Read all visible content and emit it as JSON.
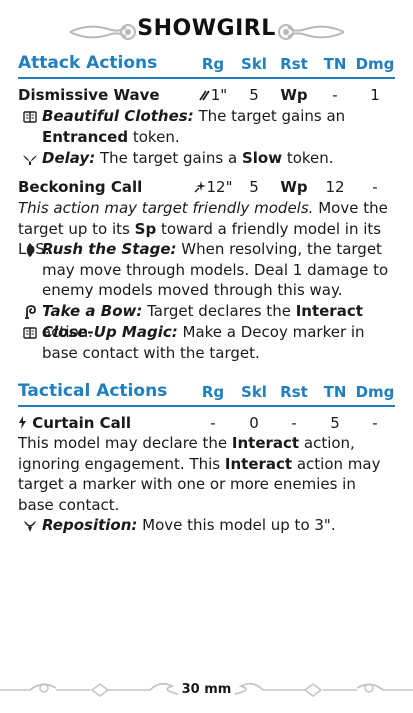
{
  "title": "SHOWGIRL",
  "attack": {
    "heading": "Attack Actions",
    "cols": {
      "rg": "Rg",
      "skl": "Skl",
      "rst": "Rst",
      "tn": "TN",
      "dmg": "Dmg"
    },
    "action1": {
      "name": "Dismissive Wave",
      "rg": "1\"",
      "skl": "5",
      "rst": "Wp",
      "tn": "-",
      "dmg": "1",
      "triggers": [
        {
          "icon": "mask-icon",
          "name": "Beautiful Clothes:",
          "t1": " The target gains an ",
          "b1": "Entranced",
          "t2": " token."
        },
        {
          "icon": "crow-icon",
          "name": "Delay:",
          "t1": " The target gains a ",
          "b1": "Slow",
          "t2": " token."
        }
      ]
    },
    "action2": {
      "name": "Beckoning Call",
      "rg": "12\"",
      "skl": "5",
      "rst": "Wp",
      "tn": "12",
      "dmg": "-",
      "desc_italic": "This action may target friendly models.",
      "desc1": " Move the target up to its ",
      "desc_b": "Sp",
      "desc2": " toward a friendly model in its LoS.",
      "triggers": [
        {
          "icon": "ram-icon",
          "name": "Rush the Stage:",
          "t1": " When resolving, the target may move through models. Deal 1 damage to enemy models moved through this way."
        },
        {
          "icon": "tome-icon",
          "name": "Take a Bow:",
          "t1": " Target declares the ",
          "b1": "Interact",
          "t2": " action."
        },
        {
          "icon": "mask-icon",
          "name": "Close-Up Magic:",
          "t1": " Make a Decoy marker in base contact with the target."
        }
      ]
    }
  },
  "tactical": {
    "heading": "Tactical Actions",
    "cols": {
      "rg": "Rg",
      "skl": "Skl",
      "rst": "Rst",
      "tn": "TN",
      "dmg": "Dmg"
    },
    "action1": {
      "name": "Curtain Call",
      "rg": "-",
      "skl": "0",
      "rst": "-",
      "tn": "5",
      "dmg": "-",
      "d1": "This model may declare the ",
      "b1": "Interact",
      "d2": " action, ignoring engagement. This ",
      "b2": "Interact",
      "d3": " action may target a marker with one or more enemies in base contact.",
      "triggers": [
        {
          "icon": "ram-icon",
          "name": "Reposition:",
          "t1": " Move this model up to 3\"."
        }
      ]
    }
  },
  "footer": {
    "page": "30 mm"
  }
}
